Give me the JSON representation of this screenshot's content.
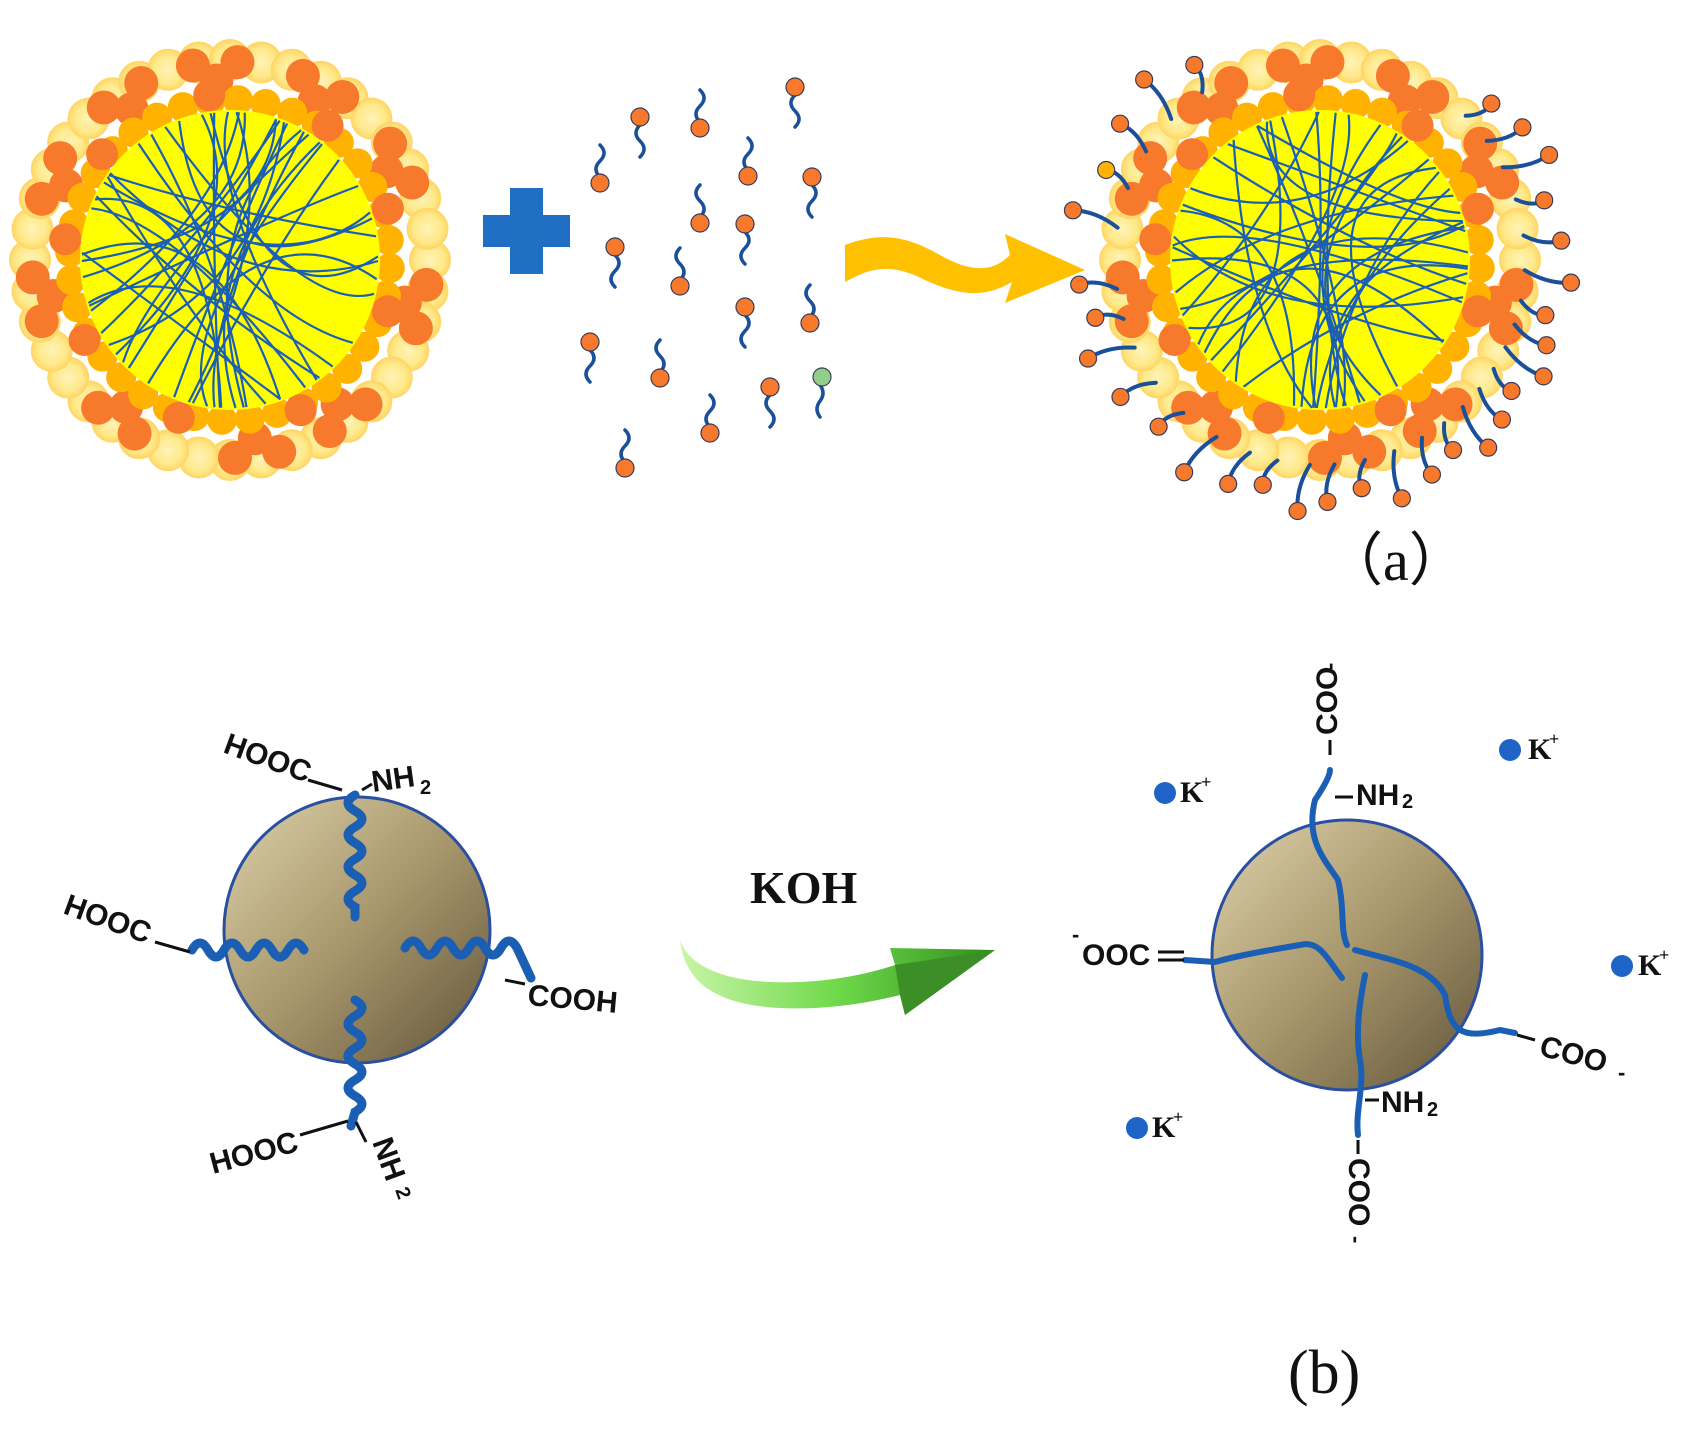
{
  "panel_a": {
    "label": "（a）"
  },
  "panel_b": {
    "label": "(b)",
    "reagent": "KOH",
    "left_groups": {
      "top_cooh": "HOOC",
      "top_nh2": "NH",
      "left_cooh": "HOOC",
      "right_cooh": "COOH",
      "bottom_cooh": "HOOC",
      "bottom_nh2": "NH"
    },
    "right_groups": {
      "top_coo": "COO",
      "top_nh2": "NH",
      "left_coo": "OOC",
      "right_coo": "COO",
      "bottom_nh2": "NH",
      "bottom_coo": "COO"
    },
    "ion": "K",
    "charge_plus": "+",
    "charge_minus": "-",
    "subscript_2": "2"
  },
  "colors": {
    "core": "#ffff00",
    "inner_bead": "#ffb300",
    "outer_bead": "#ffe98a",
    "outer_bead_rim": "#ffd86a",
    "orange_bead": "#f77a2c",
    "chain": "#1a5fb4",
    "plus": "#1f6fc5",
    "wave_arrow": "#ffc000",
    "green_arrow": "#6fd94a",
    "sphere_light": "#d5c8a0",
    "sphere_dark": "#6e5e40",
    "sphere_rim": "#2a4fa0",
    "ion_dot": "#1e63c6"
  }
}
